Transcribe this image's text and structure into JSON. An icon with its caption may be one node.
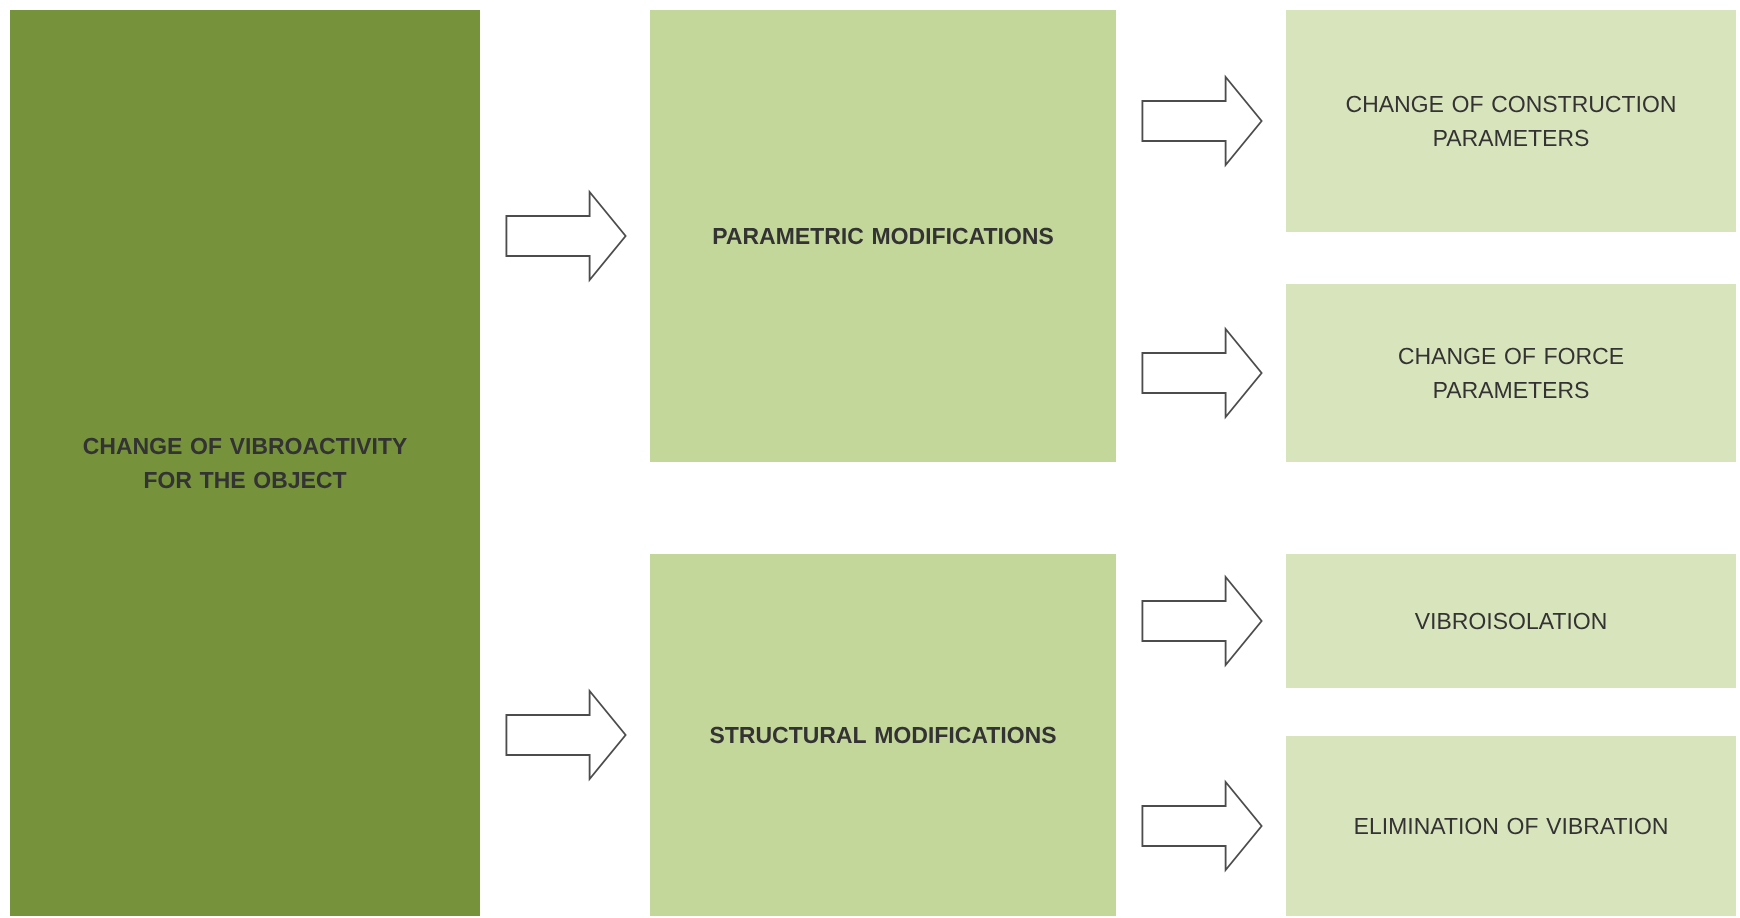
{
  "diagram": {
    "nodes": [
      {
        "text": [
          "CHANGE OF VIBROACTIVITY FOR THE OBJECT"
        ]
      },
      {
        "text": [
          "PARAMETRIC MODIFICATIONS"
        ]
      },
      {
        "text": [
          "STRUCTURAL MODIFICATIONS"
        ]
      },
      {
        "text": [
          "CHANGE OF CONSTRUCTION PARAMETERS"
        ]
      },
      {
        "text": [
          "CHANGE OF FORCE PARAMETERS"
        ]
      },
      {
        "text": [
          "VIBROISOLATION"
        ]
      },
      {
        "text": [
          "ELIMINATION OF VIBRATION"
        ]
      }
    ],
    "edges": [
      {
        "from": 0,
        "to": 1,
        "arrow": "to"
      },
      {
        "from": 0,
        "to": 2,
        "arrow": "to"
      },
      {
        "from": 1,
        "to": 3,
        "arrow": "to"
      },
      {
        "from": 1,
        "to": 4,
        "arrow": "to"
      },
      {
        "from": 2,
        "to": 5,
        "arrow": "to"
      },
      {
        "from": 2,
        "to": 6,
        "arrow": "to"
      }
    ]
  }
}
